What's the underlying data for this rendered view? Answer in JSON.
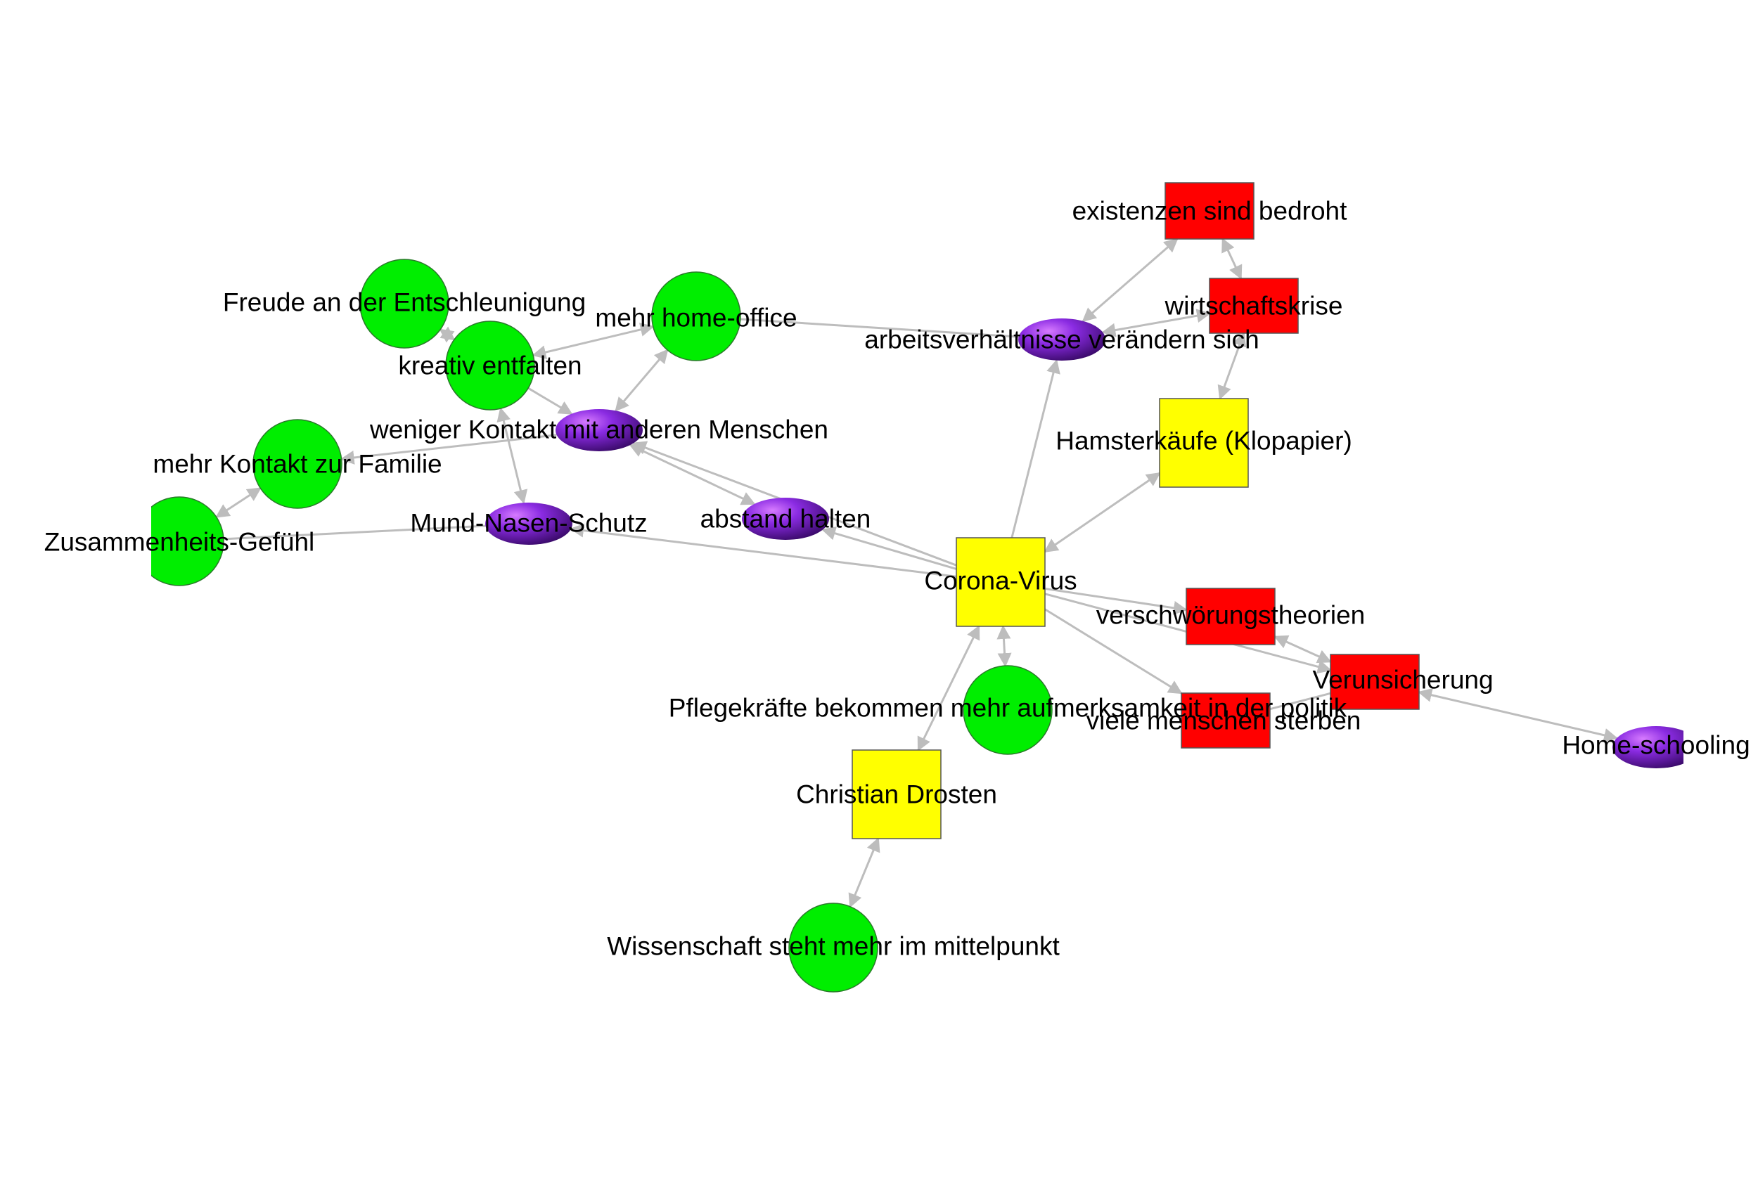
{
  "diagram": {
    "type": "network",
    "colors": {
      "edge": "#bdbdbd",
      "positive": "#00ee00",
      "negative": "#ff0000",
      "neutral": "#ffff00",
      "ambivalent": "#7a1fd0"
    },
    "nodes": [
      {
        "id": "corona",
        "label": "Corona-Virus",
        "shape": "square",
        "color": "neutral"
      },
      {
        "id": "hamster",
        "label": "Hamsterkäufe (Klopapier)",
        "shape": "square",
        "color": "neutral"
      },
      {
        "id": "drosten",
        "label": "Christian Drosten",
        "shape": "square",
        "color": "neutral"
      },
      {
        "id": "existenz",
        "label": "existenzen sind bedroht",
        "shape": "square",
        "color": "negative"
      },
      {
        "id": "wirtschaft",
        "label": "wirtschaftskrise",
        "shape": "square",
        "color": "negative"
      },
      {
        "id": "verschwoerung",
        "label": "verschwörungstheorien",
        "shape": "square",
        "color": "negative"
      },
      {
        "id": "verunsicherung",
        "label": "Verunsicherung",
        "shape": "square",
        "color": "negative"
      },
      {
        "id": "sterben",
        "label": "viele menschen sterben",
        "shape": "square",
        "color": "negative"
      },
      {
        "id": "freude",
        "label": "Freude an der Entschleunigung",
        "shape": "circle",
        "color": "positive"
      },
      {
        "id": "homeoffice",
        "label": "mehr home-office",
        "shape": "circle",
        "color": "positive"
      },
      {
        "id": "kreativ",
        "label": "kreativ entfalten",
        "shape": "circle",
        "color": "positive"
      },
      {
        "id": "familie",
        "label": "mehr Kontakt zur Familie",
        "shape": "circle",
        "color": "positive"
      },
      {
        "id": "zusammen",
        "label": "Zusammenheits-Gefühl",
        "shape": "circle",
        "color": "positive"
      },
      {
        "id": "pflege",
        "label": "Pflegekräfte bekommen mehr aufmerksamkeit in der politik",
        "shape": "circle",
        "color": "positive"
      },
      {
        "id": "wissenschaft",
        "label": "Wissenschaft steht mehr im mittelpunkt",
        "shape": "circle",
        "color": "positive"
      },
      {
        "id": "arbeit",
        "label": "arbeitsverhältnisse verändern sich",
        "shape": "oval",
        "color": "ambivalent"
      },
      {
        "id": "kontakt",
        "label": "weniger Kontakt mit anderen Menschen",
        "shape": "oval",
        "color": "ambivalent"
      },
      {
        "id": "mns",
        "label": "Mund-Nasen-Schutz",
        "shape": "oval",
        "color": "ambivalent"
      },
      {
        "id": "abstand",
        "label": "abstand halten",
        "shape": "oval",
        "color": "ambivalent"
      },
      {
        "id": "homeschool",
        "label": "Home-schooling",
        "shape": "oval",
        "color": "ambivalent"
      }
    ],
    "edges": [
      {
        "from": "corona",
        "to": "arbeit",
        "arrow": "end"
      },
      {
        "from": "corona",
        "to": "hamster",
        "arrow": "both"
      },
      {
        "from": "corona",
        "to": "abstand",
        "arrow": "end"
      },
      {
        "from": "corona",
        "to": "kontakt",
        "arrow": "end"
      },
      {
        "from": "corona",
        "to": "mns",
        "arrow": "end"
      },
      {
        "from": "corona",
        "to": "verschwoerung",
        "arrow": "end"
      },
      {
        "from": "corona",
        "to": "sterben",
        "arrow": "end"
      },
      {
        "from": "corona",
        "to": "verunsicherung",
        "arrow": "end"
      },
      {
        "from": "corona",
        "to": "pflege",
        "arrow": "both"
      },
      {
        "from": "corona",
        "to": "drosten",
        "arrow": "both"
      },
      {
        "from": "drosten",
        "to": "wissenschaft",
        "arrow": "both"
      },
      {
        "from": "arbeit",
        "to": "existenz",
        "arrow": "both"
      },
      {
        "from": "arbeit",
        "to": "wirtschaft",
        "arrow": "both"
      },
      {
        "from": "arbeit",
        "to": "homeoffice",
        "arrow": "none"
      },
      {
        "from": "existenz",
        "to": "wirtschaft",
        "arrow": "both"
      },
      {
        "from": "wirtschaft",
        "to": "hamster",
        "arrow": "both"
      },
      {
        "from": "homeoffice",
        "to": "kreativ",
        "arrow": "both"
      },
      {
        "from": "homeoffice",
        "to": "kontakt",
        "arrow": "both"
      },
      {
        "from": "freude",
        "to": "kreativ",
        "arrow": "both"
      },
      {
        "from": "kreativ",
        "to": "kontakt",
        "arrow": "end"
      },
      {
        "from": "kreativ",
        "to": "mns",
        "arrow": "both"
      },
      {
        "from": "kontakt",
        "to": "familie",
        "arrow": "end"
      },
      {
        "from": "kontakt",
        "to": "abstand",
        "arrow": "both"
      },
      {
        "from": "familie",
        "to": "zusammen",
        "arrow": "both"
      },
      {
        "from": "mns",
        "to": "zusammen",
        "arrow": "none"
      },
      {
        "from": "verschwoerung",
        "to": "verunsicherung",
        "arrow": "both"
      },
      {
        "from": "verunsicherung",
        "to": "homeschool",
        "arrow": "both"
      },
      {
        "from": "verunsicherung",
        "to": "sterben",
        "arrow": "none"
      }
    ]
  }
}
